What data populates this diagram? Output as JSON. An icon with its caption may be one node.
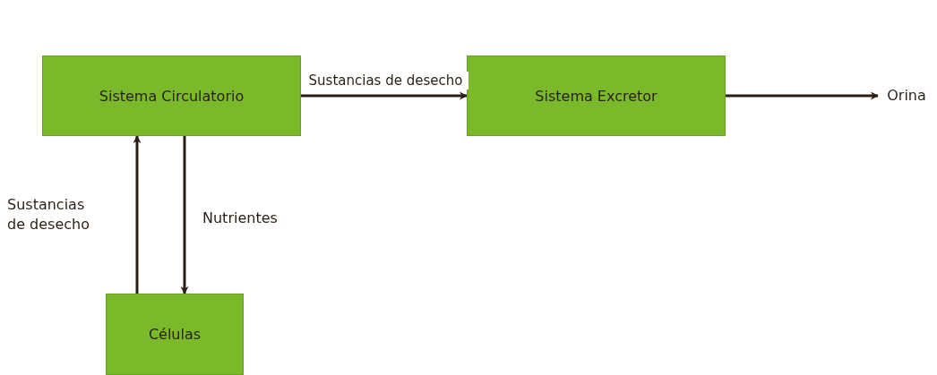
{
  "diagram": {
    "nodes": [
      {
        "text": [
          "Sistema Circulatorio"
        ]
      },
      {
        "text": [
          "Sistema Excretor"
        ]
      },
      {
        "text": [
          "Orina"
        ]
      },
      {
        "text": [
          "Células"
        ]
      }
    ],
    "edges": [
      {
        "from": 0,
        "to": 1,
        "arrow": "to",
        "label": "Sustancias de desecho"
      },
      {
        "from": 1,
        "to": 2,
        "arrow": "to"
      },
      {
        "from": 3,
        "to": 0,
        "arrow": "to",
        "label": "Sustancias de desecho"
      },
      {
        "from": 0,
        "to": 3,
        "arrow": "to",
        "label": "Nutrientes"
      }
    ]
  }
}
